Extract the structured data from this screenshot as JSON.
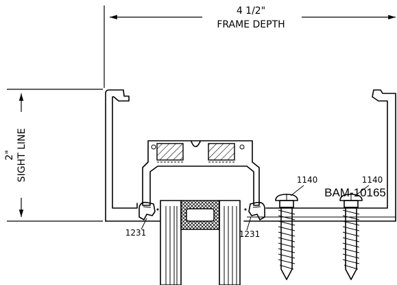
{
  "dimensions": {
    "frame_depth_value": "4 1/2\"",
    "frame_depth_label": "FRAME DEPTH",
    "sight_line_value": "2\"",
    "sight_line_label": "SIGHT LINE"
  },
  "callouts": {
    "left_gasket": "1231",
    "right_gasket": "1231",
    "screw_left": "1140",
    "screw_right": "1140",
    "part_number": "BAM-10165"
  }
}
